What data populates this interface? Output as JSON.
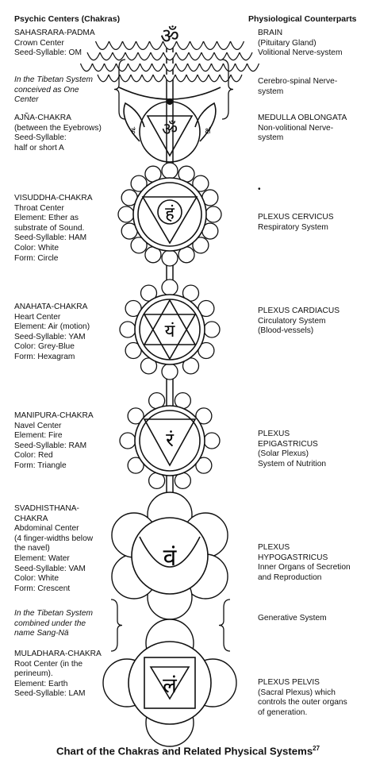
{
  "headers": {
    "left": "Psychic Centers (Chakras)",
    "right": "Physiological Counterparts"
  },
  "left_blocks": [
    {
      "lines": [
        "SAHASRARA-PADMA",
        "Crown Center",
        "Seed-Syllable: OM"
      ],
      "italic": false
    },
    {
      "lines": [
        "In the Tibetan System",
        "conceived as One",
        "Center"
      ],
      "italic": true
    },
    {
      "lines": [
        "AJÑA-CHAKRA",
        "(between the Eyebrows)",
        "Seed-Syllable:",
        "half or short A"
      ],
      "italic": false
    },
    {
      "lines": [
        "VISUDDHA-CHAKRA",
        "Throat Center",
        "Element: Ether as",
        "substrate of Sound.",
        "Seed-Syllable: HAM",
        "Color: White",
        "Form: Circle"
      ],
      "italic": false
    },
    {
      "lines": [
        "ANAHATA-CHAKRA",
        "Heart Center",
        "Element: Air (motion)",
        "Seed-Syllable: YAM",
        "Color: Grey-Blue",
        "Form: Hexagram"
      ],
      "italic": false
    },
    {
      "lines": [
        "MANIPURA-CHAKRA",
        "Navel Center",
        "Element: Fire",
        "Seed-Syllable: RAM",
        "Color: Red",
        "Form: Triangle"
      ],
      "italic": false
    },
    {
      "lines": [
        "SVADHISTHANA-",
        "CHAKRA",
        "Abdominal Center",
        "(4 finger-widths below",
        "the navel)",
        "Element: Water",
        "Seed-Syllable: VAM",
        "Color: White",
        "Form: Crescent"
      ],
      "italic": false
    },
    {
      "lines": [
        "In the Tibetan System",
        "combined under the",
        "name Sang-Nä"
      ],
      "italic": true
    },
    {
      "lines": [
        "MULADHARA-CHAKRA",
        "Root Center (in the",
        "perineum).",
        "Element: Earth",
        "Seed-Syllable: LAM"
      ],
      "italic": false
    }
  ],
  "right_blocks": [
    {
      "lines": [
        "BRAIN",
        "(Pituitary Gland)",
        "Volitional Nerve-system"
      ]
    },
    {
      "lines": [
        "Cerebro-spinal Nerve-",
        "system"
      ]
    },
    {
      "lines": [
        "MEDULLA OBLONGATA",
        "Non-volitional Nerve-",
        "system"
      ]
    },
    {
      "lines": [
        "•"
      ]
    },
    {
      "lines": [
        "PLEXUS CERVICUS",
        "Respiratory System"
      ]
    },
    {
      "lines": [
        "PLEXUS CARDIACUS",
        "Circulatory System",
        "(Blood-vessels)"
      ]
    },
    {
      "lines": [
        "PLEXUS",
        "EPIGASTRICUS",
        "(Solar Plexus)",
        "System of Nutrition"
      ]
    },
    {
      "lines": [
        "PLEXUS",
        "HYPOGASTRICUS",
        "Inner Organs of Secretion",
        "and Reproduction"
      ]
    },
    {
      "lines": [
        "Generative System"
      ]
    },
    {
      "lines": [
        "PLEXUS PELVIS",
        "(Sacral Plexus) which",
        "controls the outer organs",
        "of generation."
      ]
    }
  ],
  "seed_glyphs": {
    "crown": "ॐ",
    "ajna": "ॐ",
    "visuddha": "हं",
    "anahata": "यं",
    "manipura": "रं",
    "svadhisthana": "वं",
    "muladhara": "लं"
  },
  "ajna_petals": [
    "हं",
    "क्षं"
  ],
  "caption": {
    "text": "Chart of the Chakras and Related Physical Systems",
    "note": "27"
  }
}
